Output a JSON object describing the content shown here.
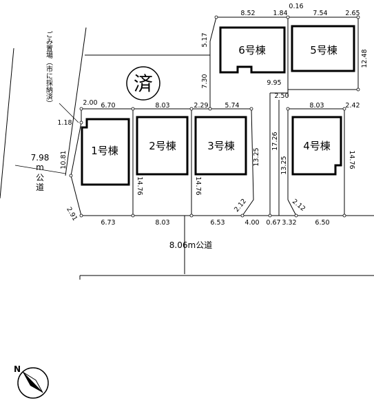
{
  "plot": {
    "buildings": [
      "1号棟",
      "2号棟",
      "3号棟",
      "4号棟",
      "5号棟",
      "6号棟"
    ],
    "sold_mark": "済",
    "roads": {
      "south": "8.06m公道",
      "west_width": "7.98",
      "west_unit": "m",
      "west_label_1": "公",
      "west_label_2": "道"
    },
    "garbage_note": "ごみ置場（市に採納済）",
    "north_label": "N",
    "dimensions": {
      "top_6_width": "8.52",
      "top_gap_a": "1.84",
      "top_gap_b": "0.16",
      "top_5_width": "7.54",
      "top_5_right": "2.65",
      "left_6_upper": "5.17",
      "left_6_lower": "7.30",
      "right_5_height": "12.48",
      "mid_995": "9.95",
      "mid_250": "2.50",
      "lot1_top_corner": "2.00",
      "lot1_top": "6.70",
      "lot2_top": "8.03",
      "lot3_top_left": "2.29",
      "lot3_top": "5.74",
      "lot4_top": "8.03",
      "lot4_top_right": "2.42",
      "lot1_left_upper": "1.18",
      "lot1_left": "10.81",
      "lot1_corner_bottom": "2.91",
      "lot1_bottom": "6.73",
      "lot2_bottom": "8.03",
      "lot3_bottom": "6.53",
      "lot3_corner": "2.12",
      "lot3_bottom_right": "4.00",
      "path_width": "0.67",
      "lot4_corner_left": "3.32",
      "lot4_bottom": "6.50",
      "lot4_corner": "2.12",
      "side_1476_a": "14.76",
      "side_1476_b": "14.76",
      "side_1325_a": "13.25",
      "side_1726": "17.26",
      "side_1325_b": "13.25",
      "side_1476_c": "14.76"
    }
  }
}
